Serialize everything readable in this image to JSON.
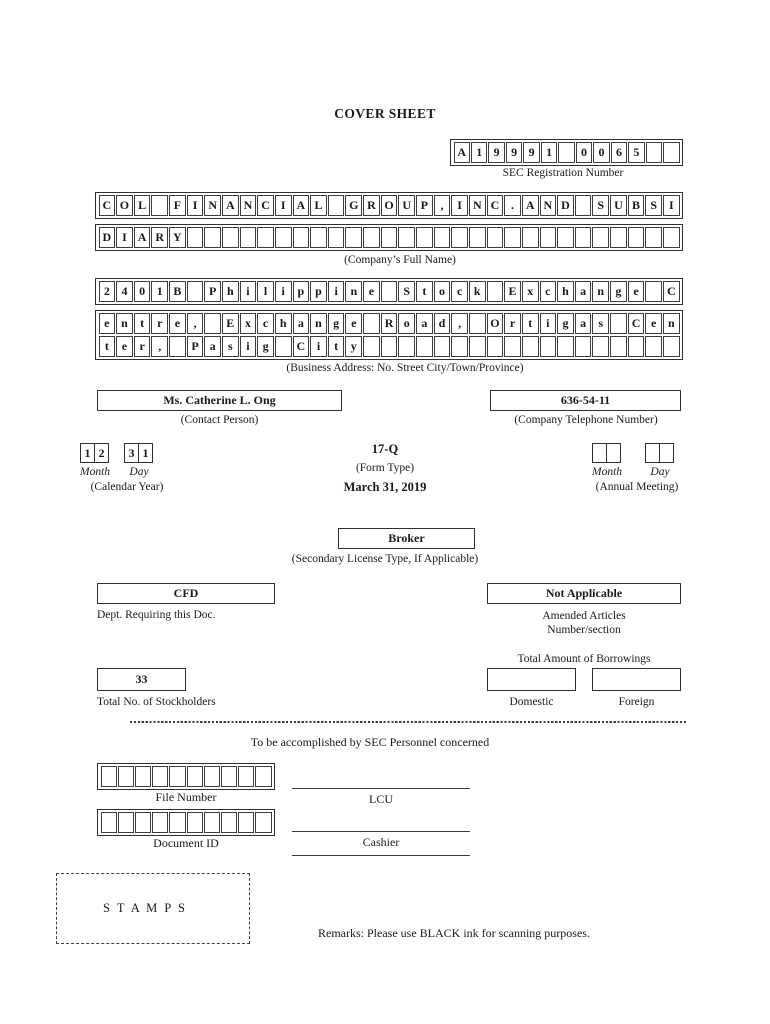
{
  "page": {
    "title": "COVER SHEET"
  },
  "sec_registration": {
    "grid": {
      "text": "A19991 0065",
      "cells": 13
    },
    "label": "SEC Registration Number"
  },
  "company_name": {
    "row1": {
      "text": "COL FINANCIAL GROUP,INC.AND SUBSI",
      "cells": 33
    },
    "row2": {
      "text": "DIARY",
      "cells": 33
    },
    "label": "(Company’s Full Name)"
  },
  "business_address": {
    "row1": {
      "text": "2401B Philippine Stock Exchange C",
      "cells": 33
    },
    "row2": {
      "text": "entre, Exchange Road, Ortigas Cen",
      "cells": 33
    },
    "row3": {
      "text": "ter, Pasig City",
      "cells": 33
    },
    "label": "(Business Address: No. Street City/Town/Province)"
  },
  "contact": {
    "name": "Ms. Catherine L. Ong",
    "label": "(Contact Person)"
  },
  "phone": {
    "number": "636-54-11",
    "label": "(Company Telephone Number)"
  },
  "calendar_year": {
    "month": {
      "text": "12",
      "cells": 2
    },
    "day": {
      "text": "31",
      "cells": 2
    },
    "month_label": "Month",
    "day_label": "Day",
    "caption": "(Calendar Year)"
  },
  "form": {
    "type": "17-Q",
    "type_label": "(Form Type)",
    "period": "March 31, 2019"
  },
  "annual_meeting": {
    "month": {
      "text": "",
      "cells": 2
    },
    "day": {
      "text": "",
      "cells": 2
    },
    "month_label": "Month",
    "day_label": "Day",
    "caption": "(Annual Meeting)"
  },
  "secondary_license": {
    "value": "Broker",
    "label": "(Secondary License Type, If Applicable)"
  },
  "dept": {
    "value": "CFD",
    "label": "Dept. Requiring this Doc."
  },
  "amended_articles": {
    "value": "Not Applicable",
    "label_line1": "Amended Articles",
    "label_line2": "Number/section"
  },
  "stockholders": {
    "value": "33",
    "label": "Total No. of Stockholders"
  },
  "borrowings": {
    "title": "Total Amount of Borrowings",
    "domestic_value": "",
    "domestic_label": "Domestic",
    "foreign_value": "",
    "foreign_label": "Foreign"
  },
  "sec_personnel": {
    "note": "To be accomplished by SEC Personnel concerned"
  },
  "file_number": {
    "grid": {
      "text": "",
      "cells": 10
    },
    "label": "File Number"
  },
  "lcu": {
    "label": "LCU"
  },
  "document_id": {
    "grid": {
      "text": "",
      "cells": 10
    },
    "label": "Document ID"
  },
  "cashier": {
    "label": "Cashier"
  },
  "stamps": {
    "label": "S T A M P S"
  },
  "remarks": {
    "text": "Remarks: Please use BLACK ink for scanning purposes."
  }
}
